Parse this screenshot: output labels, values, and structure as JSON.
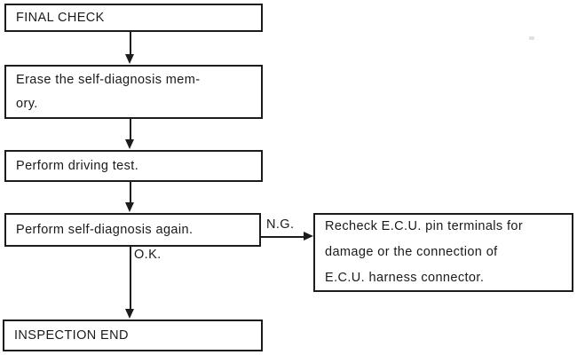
{
  "flowchart": {
    "final_check": {
      "label": "FINAL CHECK"
    },
    "erase_memory": {
      "label": "Erase the self-diagnosis mem-\nory."
    },
    "driving_test": {
      "label": "Perform driving test."
    },
    "self_diagnosis": {
      "label": "Perform self-diagnosis again."
    },
    "inspection_end": {
      "label": "INSPECTION END"
    },
    "recheck_ecu": {
      "label": "Recheck E.C.U. pin terminals for\ndamage or the connection of\nE.C.U. harness connector."
    },
    "branch_ng": {
      "label": "N.G."
    },
    "branch_ok": {
      "label": "O.K."
    }
  },
  "colors": {
    "line": "#1c1c1c",
    "background": "#ffffff"
  }
}
